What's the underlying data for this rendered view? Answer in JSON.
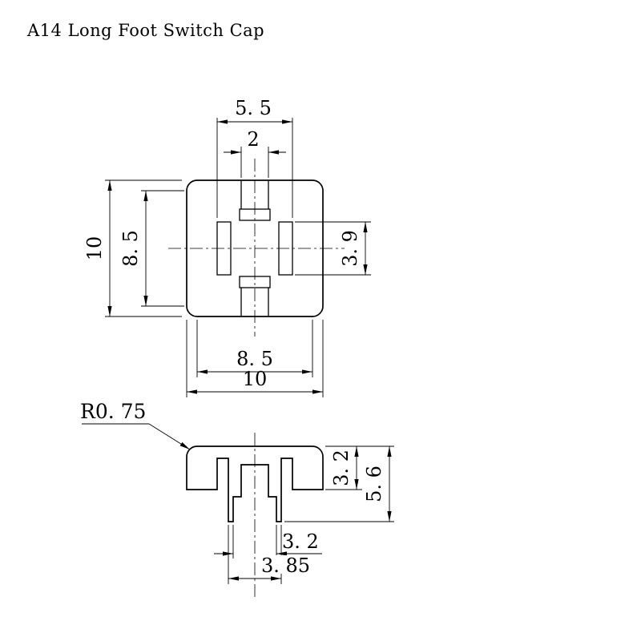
{
  "title": "A14 Long Foot Switch Cap",
  "dims": {
    "slot_span": "5. 5",
    "slot_width": "2",
    "outer_height": "10",
    "inner_height": "8. 5",
    "bar_length": "3. 9",
    "inner_width": "8. 5",
    "outer_width": "10",
    "corner_radius": "R0. 75",
    "flange_thickness": "3. 2",
    "overall_height": "5. 6",
    "hole_width": "3. 2",
    "stem_width": "3. 85"
  }
}
